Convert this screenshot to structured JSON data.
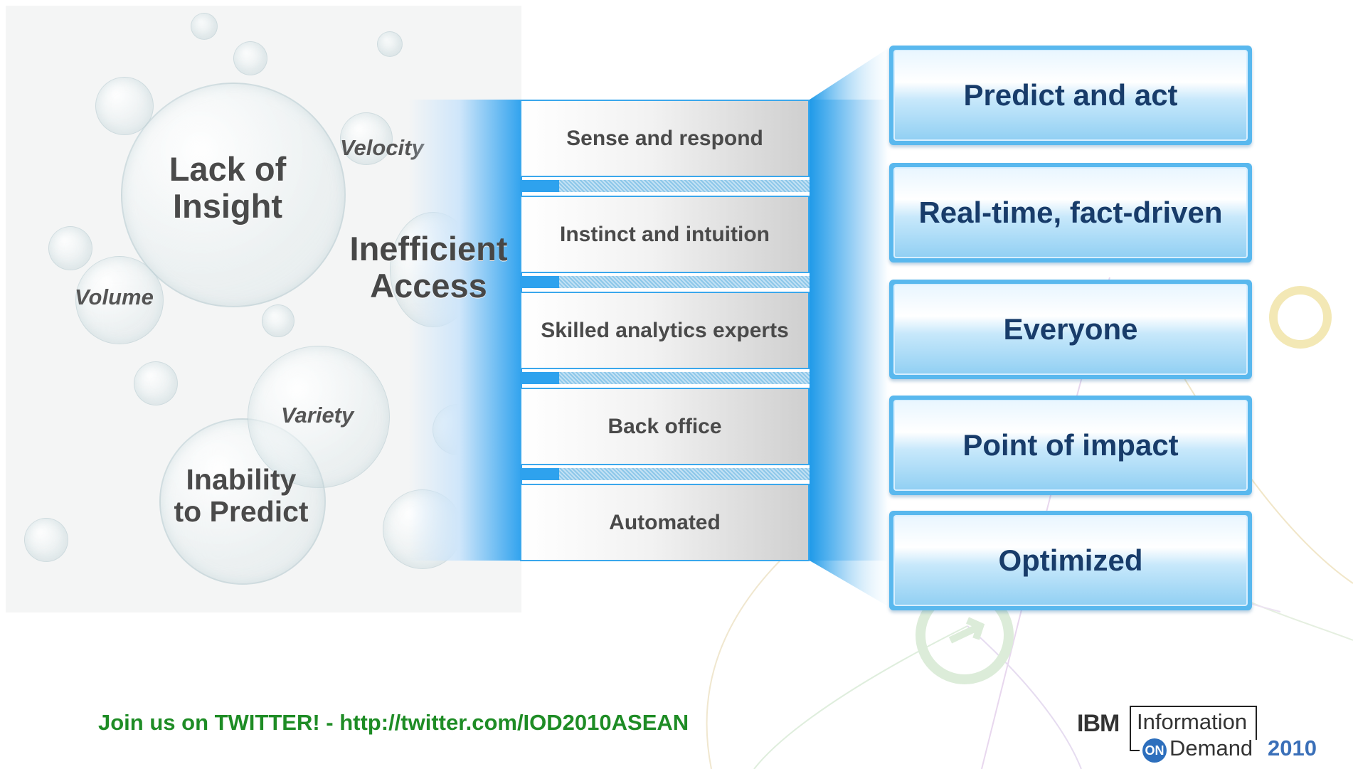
{
  "left_panel": {
    "lack_of_insight": "Lack of\nInsight",
    "inability_to_predict": "Inability\nto Predict",
    "velocity": "Velocity",
    "volume": "Volume",
    "variety": "Variety",
    "inefficient_access": "Inefficient\nAccess"
  },
  "stages": [
    {
      "label": "Sense and respond"
    },
    {
      "label": "Instinct and intuition"
    },
    {
      "label": "Skilled analytics experts"
    },
    {
      "label": "Back office"
    },
    {
      "label": "Automated"
    }
  ],
  "outcomes": [
    {
      "label": "Predict and act"
    },
    {
      "label": "Real-time, fact-driven"
    },
    {
      "label": "Everyone"
    },
    {
      "label": "Point of impact"
    },
    {
      "label": "Optimized"
    }
  ],
  "footer": {
    "twitter": "Join us on TWITTER! - http://twitter.com/IOD2010ASEAN",
    "logo": {
      "ibm": "IBM",
      "information": "Information",
      "on": "ON",
      "demand": "Demand",
      "year": "2010"
    }
  },
  "colors": {
    "frame_blue": "#2fa2ee",
    "outcome_text": "#183c6a",
    "twitter_green": "#1e8c25"
  }
}
